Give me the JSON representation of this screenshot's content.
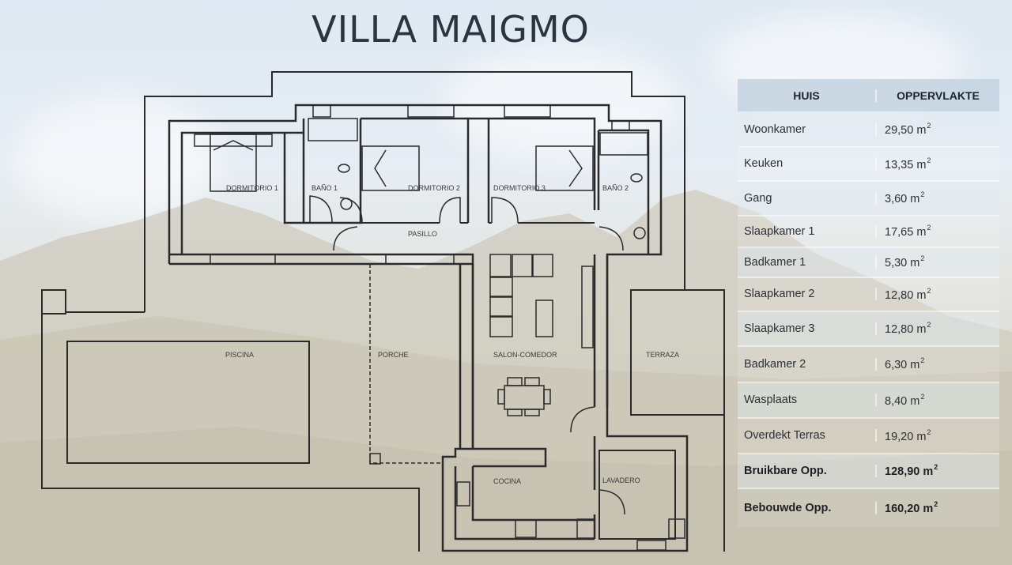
{
  "title": "VILLA MAIGMO",
  "table": {
    "headers": {
      "room": "HUIS",
      "area": "OPPERVLAKTE"
    },
    "unit": "m",
    "unit_exponent": "2",
    "rows": [
      {
        "room": "Woonkamer",
        "area": "29,50"
      },
      {
        "room": "Keuken",
        "area": "13,35"
      },
      {
        "room": "Gang",
        "area": "3,60"
      },
      {
        "room": "Slaapkamer 1",
        "area": "17,65"
      },
      {
        "room": "Badkamer 1",
        "area": "5,30"
      },
      {
        "room": "Slaapkamer 2",
        "area": "12,80"
      },
      {
        "room": "Slaapkamer 3",
        "area": "12,80"
      },
      {
        "room": "Badkamer 2",
        "area": "6,30"
      },
      {
        "room": "Wasplaats",
        "area": "8,40"
      },
      {
        "room": "Overdekt Terras",
        "area": "19,20"
      }
    ],
    "totals": [
      {
        "room": "Bruikbare Opp.",
        "area": "128,90"
      },
      {
        "room": "Bebouwde Opp.",
        "area": "160,20"
      }
    ]
  },
  "floorplan": {
    "labels": {
      "dormitorio1": "DORMITORIO 1",
      "bano1": "BAÑO 1",
      "dormitorio2": "DORMITORIO 2",
      "dormitorio3": "DORMITORIO 3",
      "bano2": "BAÑO 2",
      "pasillo": "PASILLO",
      "piscina": "PISCINA",
      "porche": "PORCHE",
      "salon": "SALON-COMEDOR",
      "terraza": "TERRAZA",
      "cocina": "COCINA",
      "lavadero": "LAVADERO"
    }
  },
  "colors": {
    "title": "#2b3440",
    "header_bg": "#c4d2e0",
    "wall": "#2a2a2a"
  }
}
